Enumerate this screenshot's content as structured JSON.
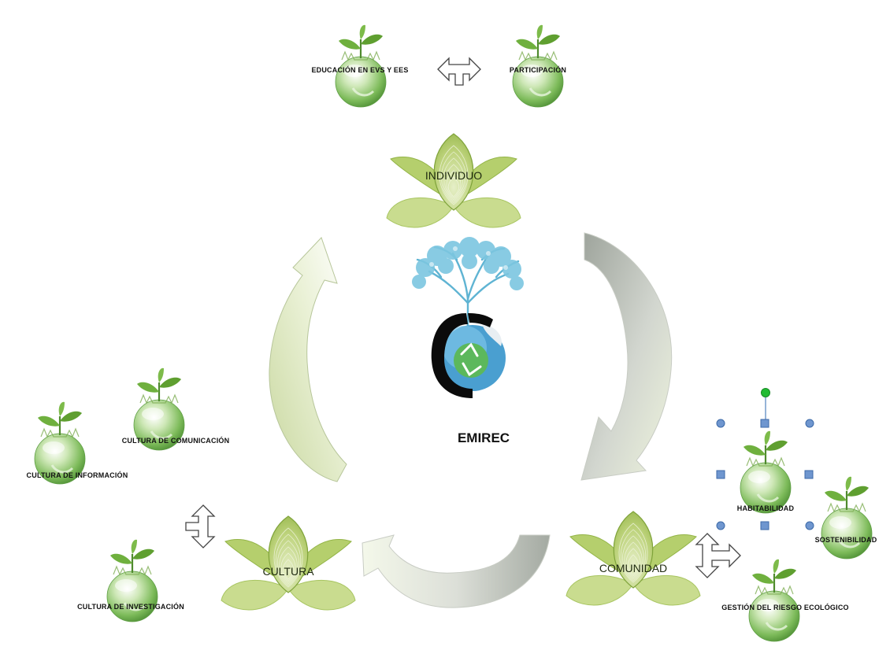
{
  "diagram": {
    "center_label": "EMIREC",
    "lotus_nodes": [
      {
        "label": "INDIVIDUO"
      },
      {
        "label": "COMUNIDAD"
      },
      {
        "label": "CULTURA"
      }
    ],
    "globe_labels": [
      {
        "label": "EDUCACIÓN  EN EVS Y EES"
      },
      {
        "label": "PARTICIPACIÓN"
      },
      {
        "label": "CULTURA DE COMUNICACIÓN"
      },
      {
        "label": "CULTURA  DE INFORMACIÓN"
      },
      {
        "label": "CULTURA DE INVESTIGACIÓN"
      },
      {
        "label": "HABITABILIDAD"
      },
      {
        "label": "SOSTENIBILIDAD"
      },
      {
        "label": "GESTIÓN  DEL RIESGO  ECOLÓGICO"
      }
    ]
  },
  "colors": {
    "lotus_light": "#c9dc8f",
    "lotus_mid": "#a8c561",
    "lotus_dark": "#7fa33a",
    "arrow_grey": "#b9bdb7",
    "arrow_green": "#dbe8b8",
    "globe_green": "#7dbb5a",
    "tree_blue": "#5fb4d3",
    "selection_blue": "#4f81bd",
    "handle_green": "#22bb33"
  },
  "icons": [
    "tree-recycle-logo-icon",
    "globe-sprout-icon",
    "lotus-icon",
    "double-arrow-icon",
    "selection-handles-icon"
  ]
}
